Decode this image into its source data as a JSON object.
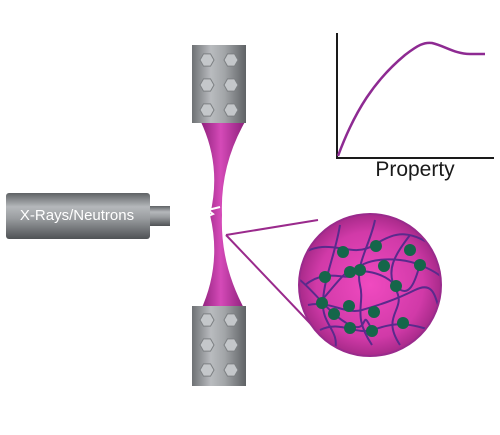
{
  "source": {
    "label": "X-Rays/Neutrons"
  },
  "plot": {
    "xlabel": "Property",
    "line_color": "#8e2a92",
    "curve_description": "rises, peaks, then plateaus"
  },
  "colors": {
    "grip_gray": "#8a8d90",
    "sample_magenta": "#b0359a",
    "network_purple": "#5a2a8c",
    "crosslink_green": "#15664a",
    "circle_pink": "#e13fb2"
  },
  "icons": {
    "grips": "hexagon-bolt-icon",
    "nodes": "crosslink-node-icon"
  }
}
